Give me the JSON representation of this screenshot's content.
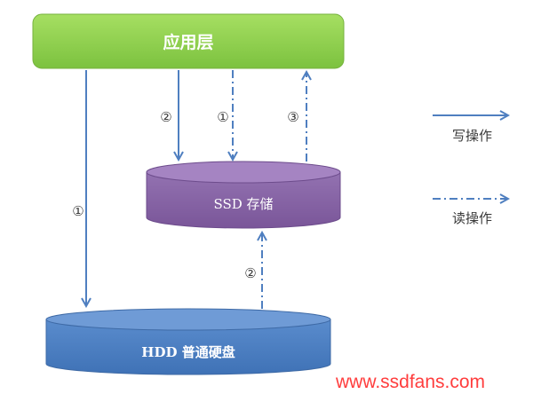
{
  "layers": {
    "app_label": "应用层",
    "ssd_label": "SSD 存储",
    "hdd_label": "HDD 普通硬盘"
  },
  "steps": {
    "hdd_write": "①",
    "ssd_write": "②",
    "ssd_read_from_ssd": "①",
    "ssd_read_to_app": "③",
    "hdd_read_to_ssd": "②"
  },
  "legend": {
    "write_label": "写操作",
    "read_label": "读操作"
  },
  "watermark": "www.ssdfans.com",
  "colors": {
    "app_fill": "#8fd14f",
    "ssd_fill": "#8a62a8",
    "hdd_fill": "#4d80c4",
    "arrow": "#4f7fc0",
    "watermark": "#ff3d3d"
  }
}
